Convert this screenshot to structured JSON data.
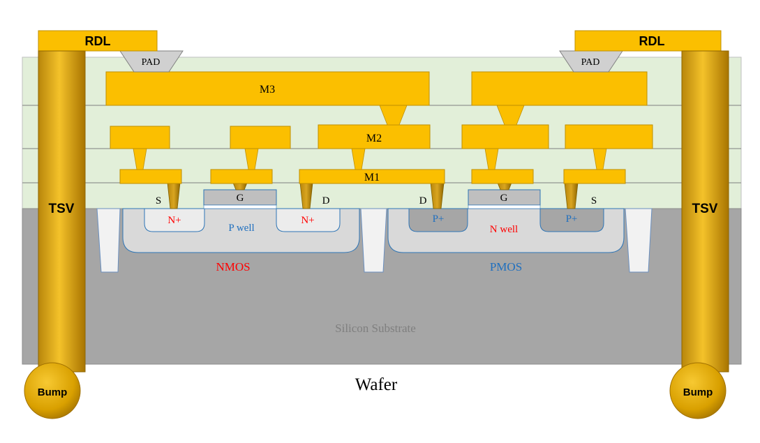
{
  "labels": {
    "rdl": "RDL",
    "pad": "PAD",
    "tsv": "TSV",
    "bump": "Bump",
    "m3": "M3",
    "m2": "M2",
    "m1": "M1",
    "source": "S",
    "gate": "G",
    "drain": "D",
    "n_plus": "N+",
    "p_plus": "P+",
    "p_well": "P well",
    "n_well": "N well",
    "nmos": "NMOS",
    "pmos": "PMOS",
    "substrate": "Silicon Substrate",
    "wafer": "Wafer"
  },
  "colors": {
    "metal": "#fbbf00",
    "metal_edge": "#bf8f00",
    "dielectric": "#e2efd9",
    "substrate": "#a6a6a6",
    "well": "#d9d9d9",
    "gate": "#bfbfbf",
    "pad": "#d0d0d0",
    "n_doping_text": "#ff0000",
    "p_doping_text": "#1f6fbf",
    "sti": "#f2f2f2"
  }
}
